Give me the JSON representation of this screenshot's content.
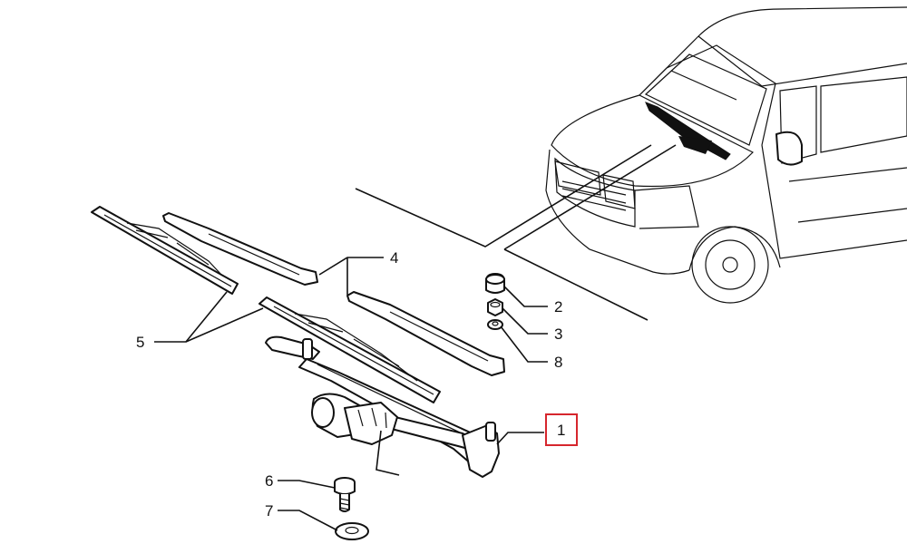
{
  "callouts": {
    "c1": "1",
    "c2": "2",
    "c3": "3",
    "c4": "4",
    "c5": "5",
    "c6": "6",
    "c7": "7",
    "c8": "8"
  },
  "colors": {
    "highlight": "#d6262d",
    "ink": "#111111",
    "background": "#ffffff"
  }
}
